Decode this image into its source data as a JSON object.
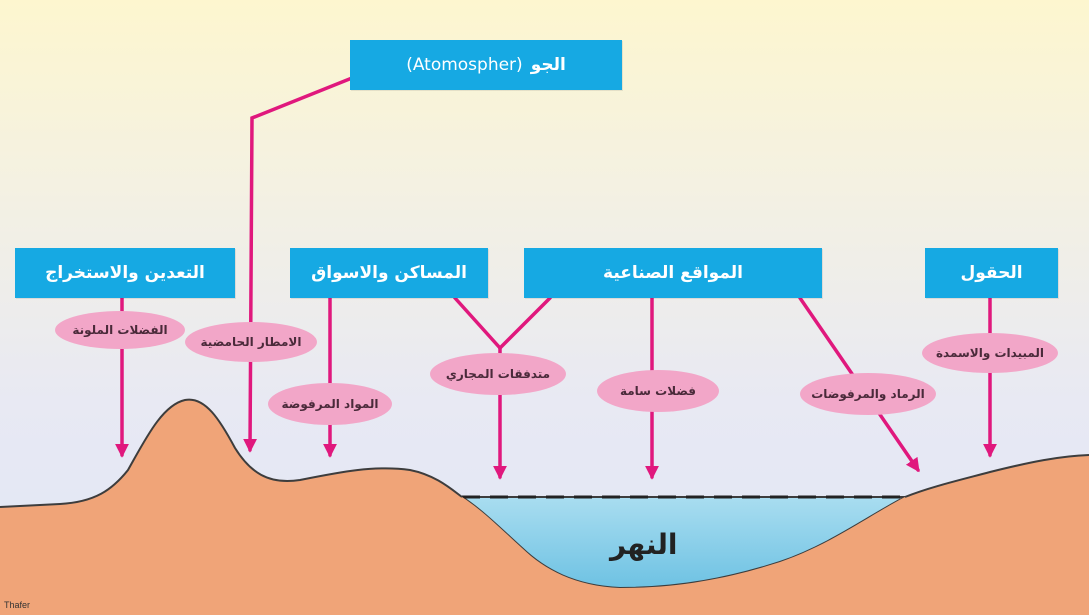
{
  "atmosphere": {
    "arabic": "الجو",
    "latin": "(Atomospher)"
  },
  "sources": {
    "mining": "التعدين والاستخراج",
    "housing": "المساكن والاسواق",
    "industry": "المواقع الصناعية",
    "fields": "الحقول"
  },
  "pollutants": {
    "colored_waste": "الفضلات الملونة",
    "acid_rain": "الامطار الحامضية",
    "discarded_materials": "المواد المرفوضة",
    "stream_flows": "متدفقات المجاري",
    "toxic_waste": "فضلات سامة",
    "ash_rejects": "الرماد والمرفوضات",
    "pesticides_fertilizers": "المبيدات والاسمدة"
  },
  "river": {
    "label": "النهر"
  },
  "credit": "Thafer",
  "colors": {
    "box": "#16a9e3",
    "arrow": "#e0187d",
    "bubble": "#f2a6c8",
    "land": "#f0a478",
    "water": "#8fd3ec"
  }
}
